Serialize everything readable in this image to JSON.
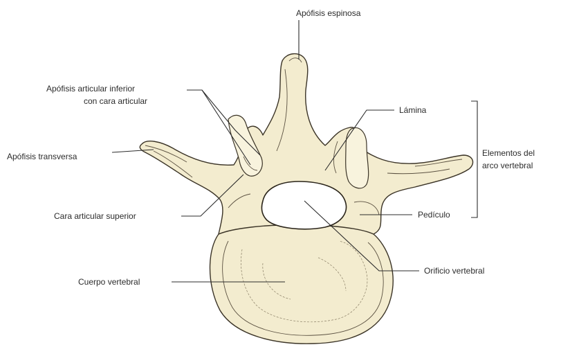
{
  "labels": {
    "spinous": "Apófisis espinosa",
    "inf_articular_1": "Apófisis articular inferior",
    "inf_articular_2": "con cara articular",
    "lamina": "Lámina",
    "transverse": "Apófisis transversa",
    "arch_1": "Elementos del",
    "arch_2": "arco vertebral",
    "sup_articular": "Cara articular superior",
    "pedicle": "Pedículo",
    "foramen": "Orificio vertebral",
    "body": "Cuerpo vertebral"
  }
}
